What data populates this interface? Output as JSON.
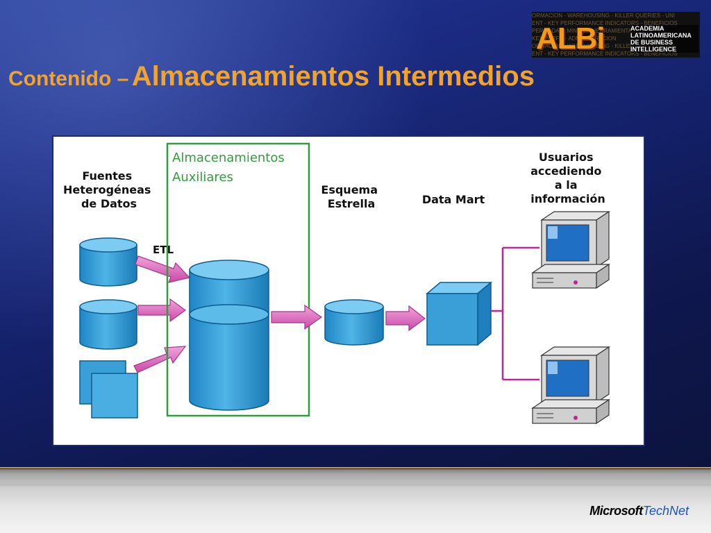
{
  "slide": {
    "title_prefix": "Contenido –",
    "title_main": "Almacenamientos Intermedios"
  },
  "logo": {
    "mark": "ALBi",
    "lines": [
      "ACADEMIA",
      "LATINOAMERICANA",
      "DE BUSINESS",
      "INTELLIGENCE"
    ],
    "background_text": [
      "ORMACION - WAREHOUSING - KILLER QUERIES - UNI",
      "ENT - KEY PERFORMANCE INDICATORS - BENEFICIOS",
      "PERA - DATA MINING - HERRAMIENTAS",
      "KEY PERFO - ADMINISTRACION"
    ]
  },
  "diagram": {
    "sources_label": [
      "Fuentes",
      "Heterogéneas",
      "de Datos"
    ],
    "etl_label": "ETL",
    "aux_label": [
      "Almacenamientos",
      "Auxiliares"
    ],
    "star_label": [
      "Esquema",
      "Estrella"
    ],
    "mart_label": "Data Mart",
    "users_label": [
      "Usuarios",
      "accediendo",
      "a la",
      "información"
    ],
    "colors": {
      "cylinder": "#3a9fd6",
      "cylinder_top": "#7ccbf2",
      "arrow": "#d962b8",
      "aux_box": "#2f9e3a",
      "connector": "#c0229a"
    }
  },
  "footer": {
    "brand_microsoft": "Microsoft",
    "brand_technet": "TechNet"
  }
}
